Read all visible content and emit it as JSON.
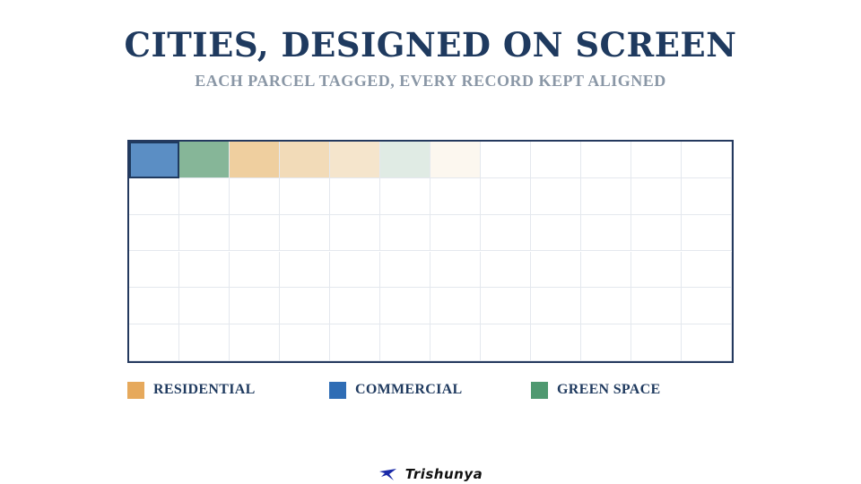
{
  "header": {
    "title": "CITIES, DESIGNED ON SCREEN",
    "subtitle": "EACH PARCEL TAGGED, EVERY RECORD KEPT ALIGNED"
  },
  "grid": {
    "columns": 12,
    "rows": 6,
    "selected_cell": [
      0,
      0
    ],
    "filled_cells": [
      {
        "row": 0,
        "col": 0,
        "color": "#5b8ec4"
      },
      {
        "row": 0,
        "col": 1,
        "color": "#86b698"
      },
      {
        "row": 0,
        "col": 2,
        "color": "#efcf9f"
      },
      {
        "row": 0,
        "col": 3,
        "color": "#f2dbb8"
      },
      {
        "row": 0,
        "col": 4,
        "color": "#f5e5cc"
      },
      {
        "row": 0,
        "col": 5,
        "color": "#e0ebe4"
      },
      {
        "row": 0,
        "col": 6,
        "color": "#fcf7ef"
      }
    ],
    "border_color": "#24395e",
    "line_color": "#e4e8ee"
  },
  "legend": [
    {
      "label": "RESIDENTIAL",
      "color": "#e6a95c"
    },
    {
      "label": "COMMERCIAL",
      "color": "#2f6db5"
    },
    {
      "label": "GREEN SPACE",
      "color": "#4f9970"
    }
  ],
  "brand": {
    "name": "Trishunya",
    "icon": "plane-icon"
  },
  "colors": {
    "title": "#1f3a5f",
    "subtitle": "#8a97a6"
  }
}
